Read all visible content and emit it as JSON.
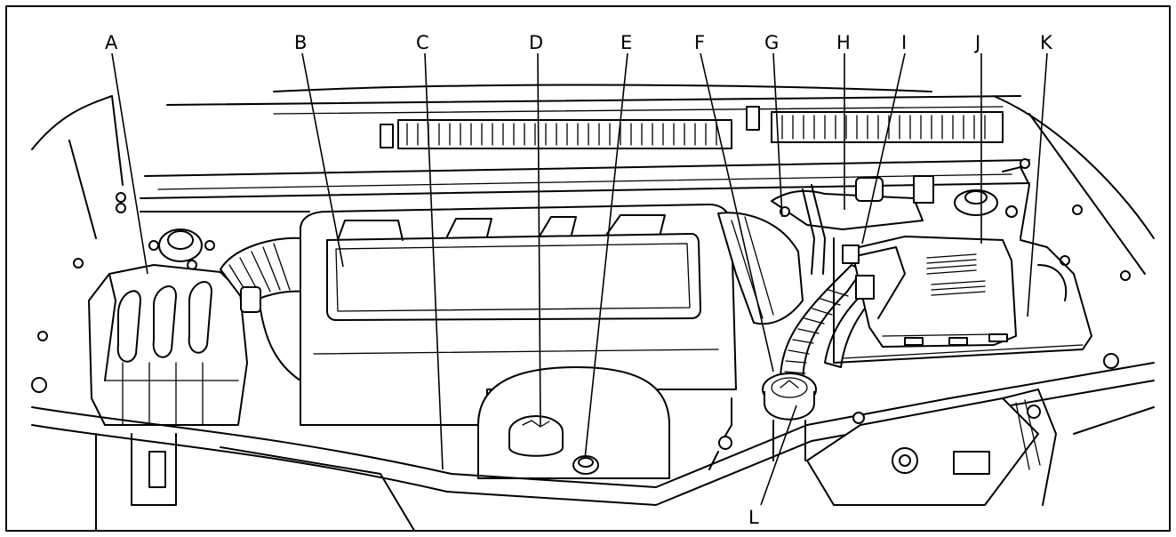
{
  "callouts": [
    {
      "letter": "A"
    },
    {
      "letter": "B"
    },
    {
      "letter": "C"
    },
    {
      "letter": "D"
    },
    {
      "letter": "E"
    },
    {
      "letter": "F"
    },
    {
      "letter": "G"
    },
    {
      "letter": "H"
    },
    {
      "letter": "I"
    },
    {
      "letter": "J"
    },
    {
      "letter": "K"
    },
    {
      "letter": "L"
    }
  ],
  "colors": {
    "line": "#000000",
    "background": "#ffffff"
  }
}
